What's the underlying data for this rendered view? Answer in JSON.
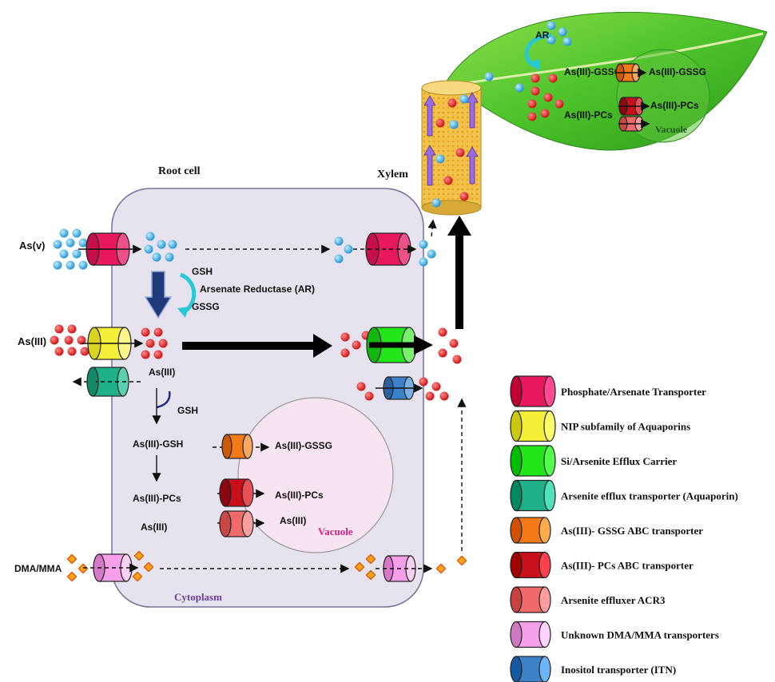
{
  "labels": {
    "root_cell": "Root cell",
    "xylem": "Xylem",
    "cytoplasm": "Cytoplasm",
    "vacuole_root": "Vacuole",
    "vacuole_leaf": "Vacuole",
    "as_v": "As(v)",
    "as_iii": "As(III)",
    "dma_mma": "DMA/MMA",
    "gsh_top": "GSH",
    "arsenate_reductase": "Arsenate Reductase (AR)",
    "gssg": "GSSG",
    "as_iii_inner": "As(III)",
    "gsh_mid": "GSH",
    "as_iii_gsh": "As(III)-GSH",
    "as_iii_pcs_left": "As(III)-PCs",
    "as_iii_lower": "As(III)",
    "vac_as_iii_gssg": "As(III)-GSSG",
    "vac_as_iii_pcs": "As(III)-PCs",
    "vac_as_iii": "As(III)",
    "leaf_ar": "AR",
    "leaf_gssg_left": "As(III)-GSSG",
    "leaf_gssg_right": "As(III)-GSSG",
    "leaf_pcs_left": "As(III)-PCs",
    "leaf_pcs_right": "As(III)-PCs"
  },
  "legend": [
    {
      "label": "Phosphate/Arsenate Transporter",
      "color": "#e8185f"
    },
    {
      "label": "NIP subfamily of Aquaporins",
      "color": "#f4f03a"
    },
    {
      "label": "Si/Arsenite Efflux Carrier",
      "color": "#22e51a"
    },
    {
      "label": "Arsenite efflux transporter (Aquaporin)",
      "color": "#1fb08a"
    },
    {
      "label": "As(III)- GSSG ABC transporter",
      "color": "#f47a18"
    },
    {
      "label": "As(III)- PCs ABC transporter",
      "color": "#c8101c"
    },
    {
      "label": "Arsenite effluxer ACR3",
      "color": "#f06a6a"
    },
    {
      "label": "Unknown DMA/MMA transporters",
      "color": "#f5a0e8"
    },
    {
      "label": "Inositol transporter (ITN)",
      "color": "#3b82c8"
    }
  ]
}
